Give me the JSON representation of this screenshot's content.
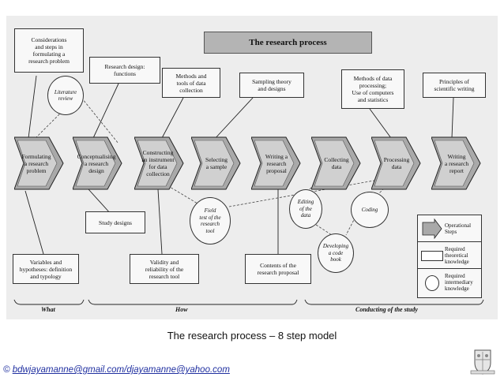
{
  "title": "The research process",
  "steps": [
    "Formulating\na research\nproblem",
    "Conceptualising\na research\ndesign",
    "Constructing\nan instrument\nfor  data\ncollection",
    "Selecting\na sample",
    "Writing a\nresearch\nproposal",
    "Collecting\ndata",
    "Processing\ndata",
    "Writing\na research\nreport"
  ],
  "knowledge_boxes": {
    "considerations": "Considerations\nand steps in\nformulating a\nresearch problem",
    "research_design": "Research design:\nfunctions",
    "methods_tools": "Methods and\ntools of data\ncollection",
    "sampling": "Sampling theory\nand designs",
    "methods_processing": "Methods of data\nprocessing;\nUse of computers\nand statistics",
    "principles_writing": "Principles of\nscientific writing",
    "study_designs": "Study designs",
    "variables": "Variables and\nhypotheses: definition\nand typology",
    "validity": "Validity and\nreliability of the\nresearch tool",
    "contents_proposal": "Contents of the\nresearch proposal"
  },
  "intermediary": {
    "literature_review": "Literature\nreview",
    "field_test": "Field\ntest of the\nresearch\ntool",
    "editing": "Editing\nof the\ndata",
    "coding": "Coding",
    "code_book": "Developing\na code\nbook"
  },
  "legend": {
    "operational": "Operational\nSteps",
    "theoretical": "Required\ntheoretical\nknowledge",
    "intermediary": "Required\nintermediary\nknowledge"
  },
  "sections": {
    "what": "What",
    "how": "How",
    "conducting": "Conducting of the study"
  },
  "caption": "The research process – 8 step model",
  "footer": {
    "symbol": "©",
    "emails": "bdwjayamanne@gmail.com/djayamanne@yahoo.com"
  },
  "colors": {
    "arrow_fill": "#a9a9a9",
    "arrow_front": "#d0d0d0",
    "background": "#ededed",
    "banner": "#b4b4b4",
    "footer_text": "#1f2fa0"
  }
}
